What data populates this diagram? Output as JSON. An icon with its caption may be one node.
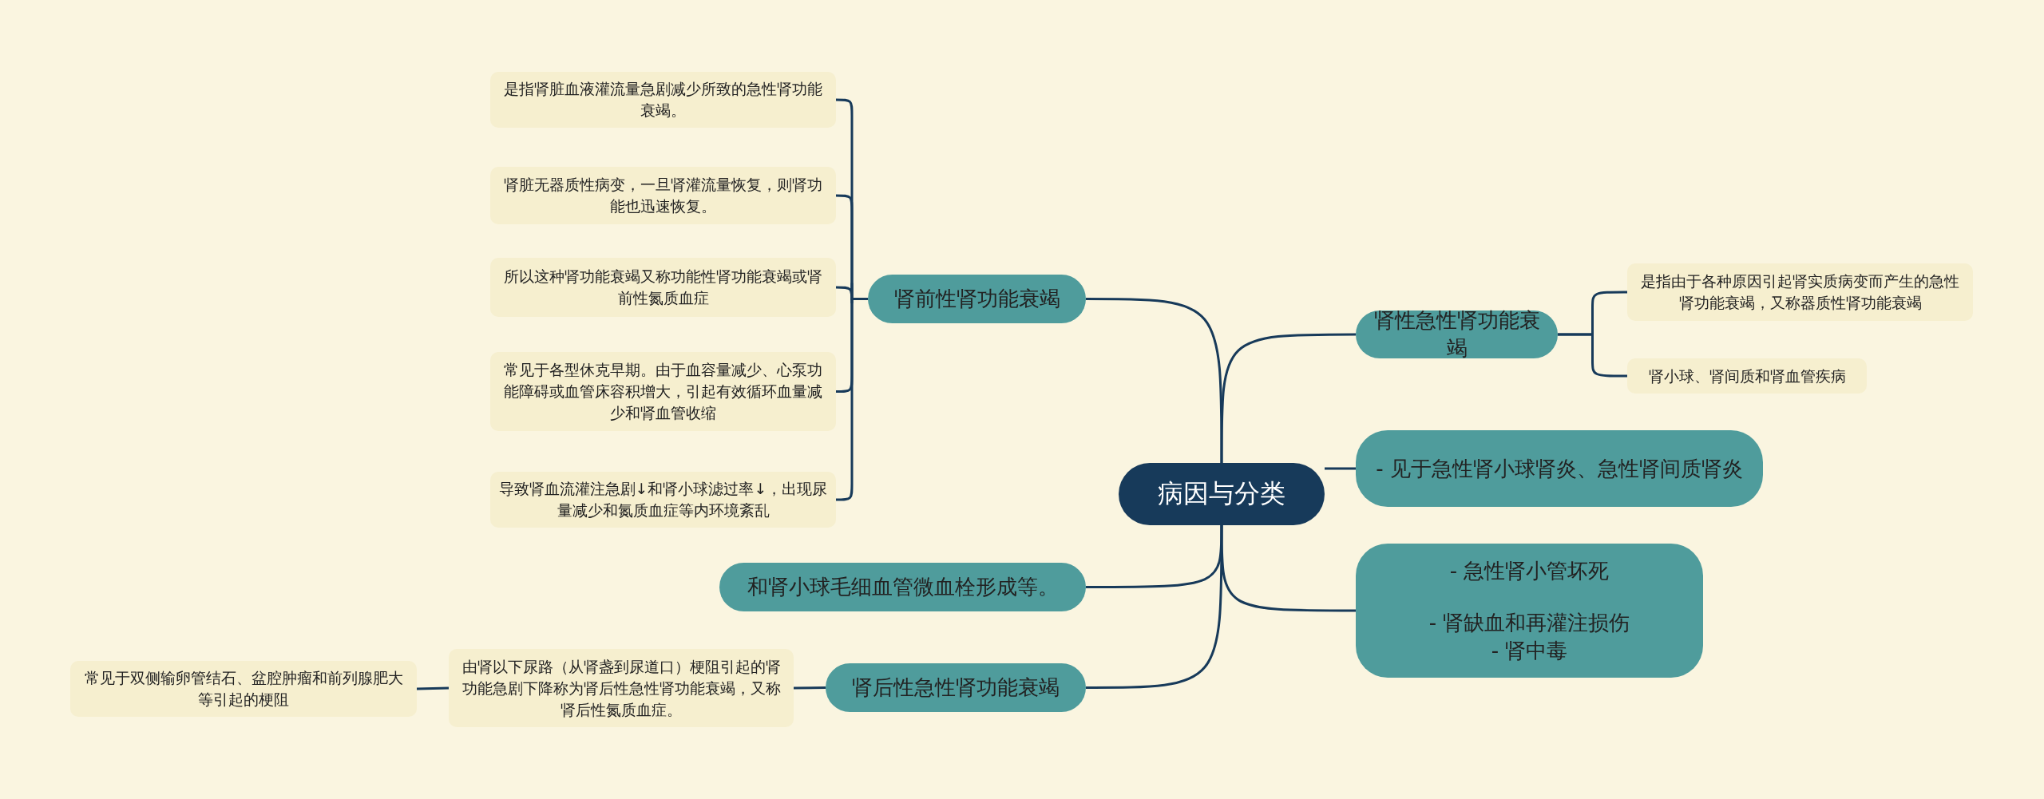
{
  "diagram": {
    "nodes": [
      {
        "text": [
          "病因与分类"
        ]
      },
      {
        "text": [
          "肾前性肾功能衰竭"
        ]
      },
      {
        "text": [
          "是指肾脏血液灌流量急剧减少所致的急性肾功能衰竭。"
        ]
      },
      {
        "text": [
          "肾脏无器质性病变，一旦肾灌流量恢复，则肾功能也迅速恢复。"
        ]
      },
      {
        "text": [
          "所以这种肾功能衰竭又称功能性肾功能衰竭或肾前性氮质血症"
        ]
      },
      {
        "text": [
          "常见于各型休克早期。由于血容量减少、心泵功能障碍或血管床容积增大，引起有效循环血量减少和肾血管收缩"
        ]
      },
      {
        "text": [
          "导致肾血流灌注急剧↓和肾小球滤过率↓，出现尿量减少和氮质血症等内环境紊乱"
        ]
      },
      {
        "text": [
          "和肾小球毛细血管微血栓形成等。"
        ]
      },
      {
        "text": [
          "肾后性急性肾功能衰竭"
        ]
      },
      {
        "text": [
          "由肾以下尿路（从肾盏到尿道口）梗阻引起的肾功能急剧下降称为肾后性急性肾功能衰竭，又称肾后性氮质血症。"
        ]
      },
      {
        "text": [
          "常见于双侧输卵管结石、盆腔肿瘤和前列腺肥大等引起的梗阻"
        ]
      },
      {
        "text": [
          "肾性急性肾功能衰竭"
        ]
      },
      {
        "text": [
          "是指由于各种原因引起肾实质病变而产生的急性肾功能衰竭，又称器质性肾功能衰竭"
        ]
      },
      {
        "text": [
          "肾小球、肾间质和肾血管疾病"
        ]
      },
      {
        "text": [
          "- 见于急性肾小球肾炎、急性肾间质肾炎"
        ]
      },
      {
        "text": [
          "- 急性肾小管坏死",
          "- 肾缺血和再灌注损伤",
          "- 肾中毒"
        ]
      }
    ],
    "edges": [
      {
        "from": 0,
        "to": 1,
        "arrow": "none"
      },
      {
        "from": 1,
        "to": 2,
        "arrow": "none"
      },
      {
        "from": 1,
        "to": 3,
        "arrow": "none"
      },
      {
        "from": 1,
        "to": 4,
        "arrow": "none"
      },
      {
        "from": 1,
        "to": 5,
        "arrow": "none"
      },
      {
        "from": 1,
        "to": 6,
        "arrow": "none"
      },
      {
        "from": 0,
        "to": 7,
        "arrow": "none"
      },
      {
        "from": 0,
        "to": 8,
        "arrow": "none"
      },
      {
        "from": 8,
        "to": 9,
        "arrow": "none"
      },
      {
        "from": 9,
        "to": 10,
        "arrow": "none"
      },
      {
        "from": 0,
        "to": 11,
        "arrow": "none"
      },
      {
        "from": 11,
        "to": 12,
        "arrow": "none"
      },
      {
        "from": 11,
        "to": 13,
        "arrow": "none"
      },
      {
        "from": 0,
        "to": 14,
        "arrow": "none"
      },
      {
        "from": 0,
        "to": 15,
        "arrow": "none"
      }
    ]
  }
}
